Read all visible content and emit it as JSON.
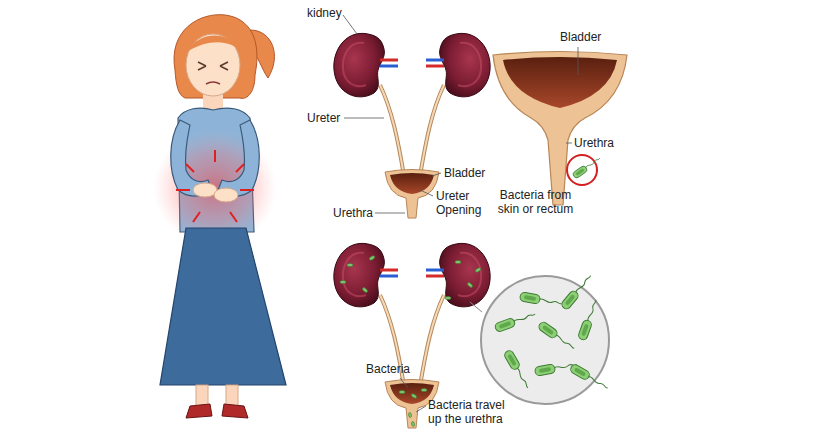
{
  "diagram": {
    "labels": [
      "kidney",
      "Ureter",
      "Bladder",
      "Ureter Opening",
      "Urethra",
      "Bladder",
      "Urethra",
      "Bacteria from skin or rectum",
      "Bacteria",
      "Bacteria travel up the urethra"
    ]
  }
}
